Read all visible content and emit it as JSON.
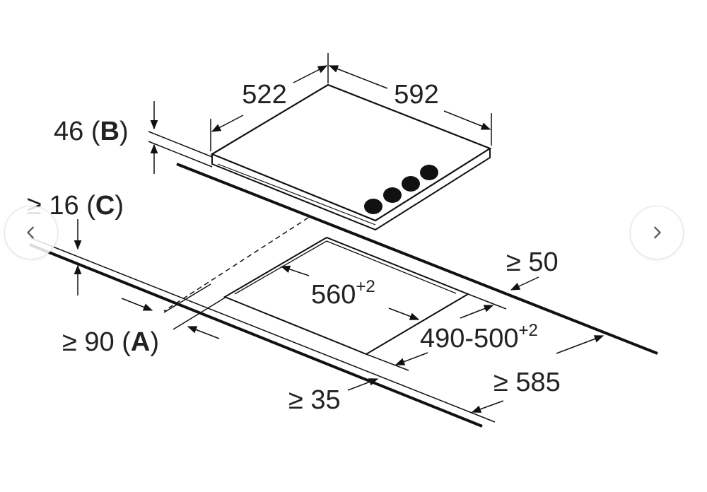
{
  "diagram": {
    "dimensions": {
      "depth": "522",
      "width": "592",
      "thickness": {
        "value": "46 (",
        "letter": "B",
        "close": ")"
      },
      "gap": {
        "value": "≥ 16 (",
        "letter": "C",
        "close": ")"
      },
      "front": {
        "value": "≥ 90 (",
        "letter": "A",
        "close": ")"
      },
      "back": "≥ 50",
      "cutout_width": {
        "value": "560",
        "sup": "+2"
      },
      "cutout_depth": {
        "value": "490-500",
        "sup": "+2"
      },
      "worktop_depth": "≥ 585",
      "front_edge": "≥ 35"
    }
  },
  "navigation": {
    "prev_icon": "chevron-left-icon",
    "next_icon": "chevron-right-icon"
  },
  "colors": {
    "line": "#111111",
    "text": "#222222"
  }
}
